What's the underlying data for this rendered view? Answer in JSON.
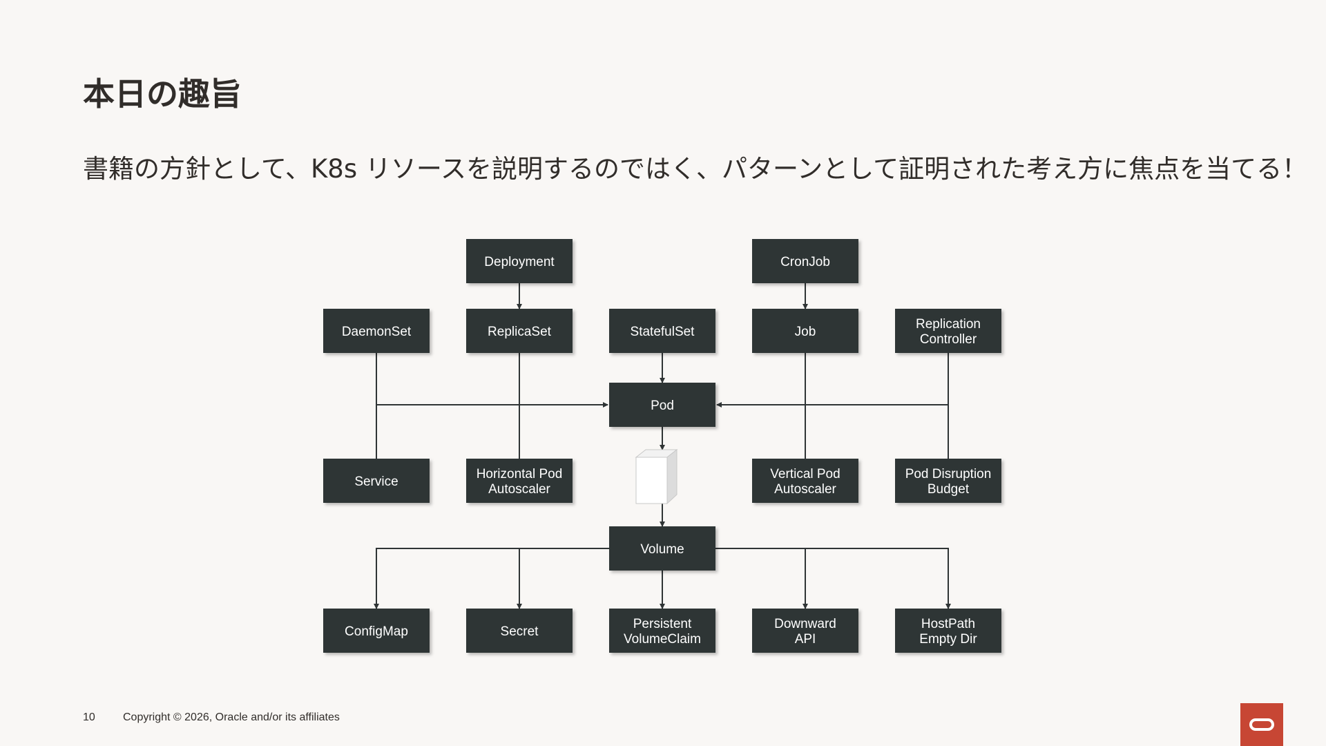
{
  "slide": {
    "title": "本日の趣旨",
    "subtitle": "書籍の方針として、K8s リソースを説明するのではく、パターンとして証明された考え方に焦点を当てる！",
    "page_number": "10",
    "copyright": "Copyright © 2026, Oracle and/or its affiliates"
  },
  "diagram": {
    "nodes": {
      "deployment": [
        "Deployment"
      ],
      "cronjob": [
        "CronJob"
      ],
      "daemonset": [
        "DaemonSet"
      ],
      "replicaset": [
        "ReplicaSet"
      ],
      "statefulset": [
        "StatefulSet"
      ],
      "job": [
        "Job"
      ],
      "replication_controller": [
        "Replication",
        "Controller"
      ],
      "pod": [
        "Pod"
      ],
      "service": [
        "Service"
      ],
      "hpa": [
        "Horizontal Pod",
        "Autoscaler"
      ],
      "vpa": [
        "Vertical Pod",
        "Autoscaler"
      ],
      "pdb": [
        "Pod Disruption",
        "Budget"
      ],
      "volume": [
        "Volume"
      ],
      "configmap": [
        "ConfigMap"
      ],
      "secret": [
        "Secret"
      ],
      "pvc": [
        "Persistent",
        "VolumeClaim"
      ],
      "downward_api": [
        "Downward",
        "API"
      ],
      "hostpath": [
        "HostPath",
        "Empty Dir"
      ]
    },
    "container_icon": "container-cube-icon"
  },
  "colors": {
    "background": "#f9f7f5",
    "node_fill": "#2f3435",
    "node_text": "#ffffff",
    "logo": "#c74634"
  }
}
